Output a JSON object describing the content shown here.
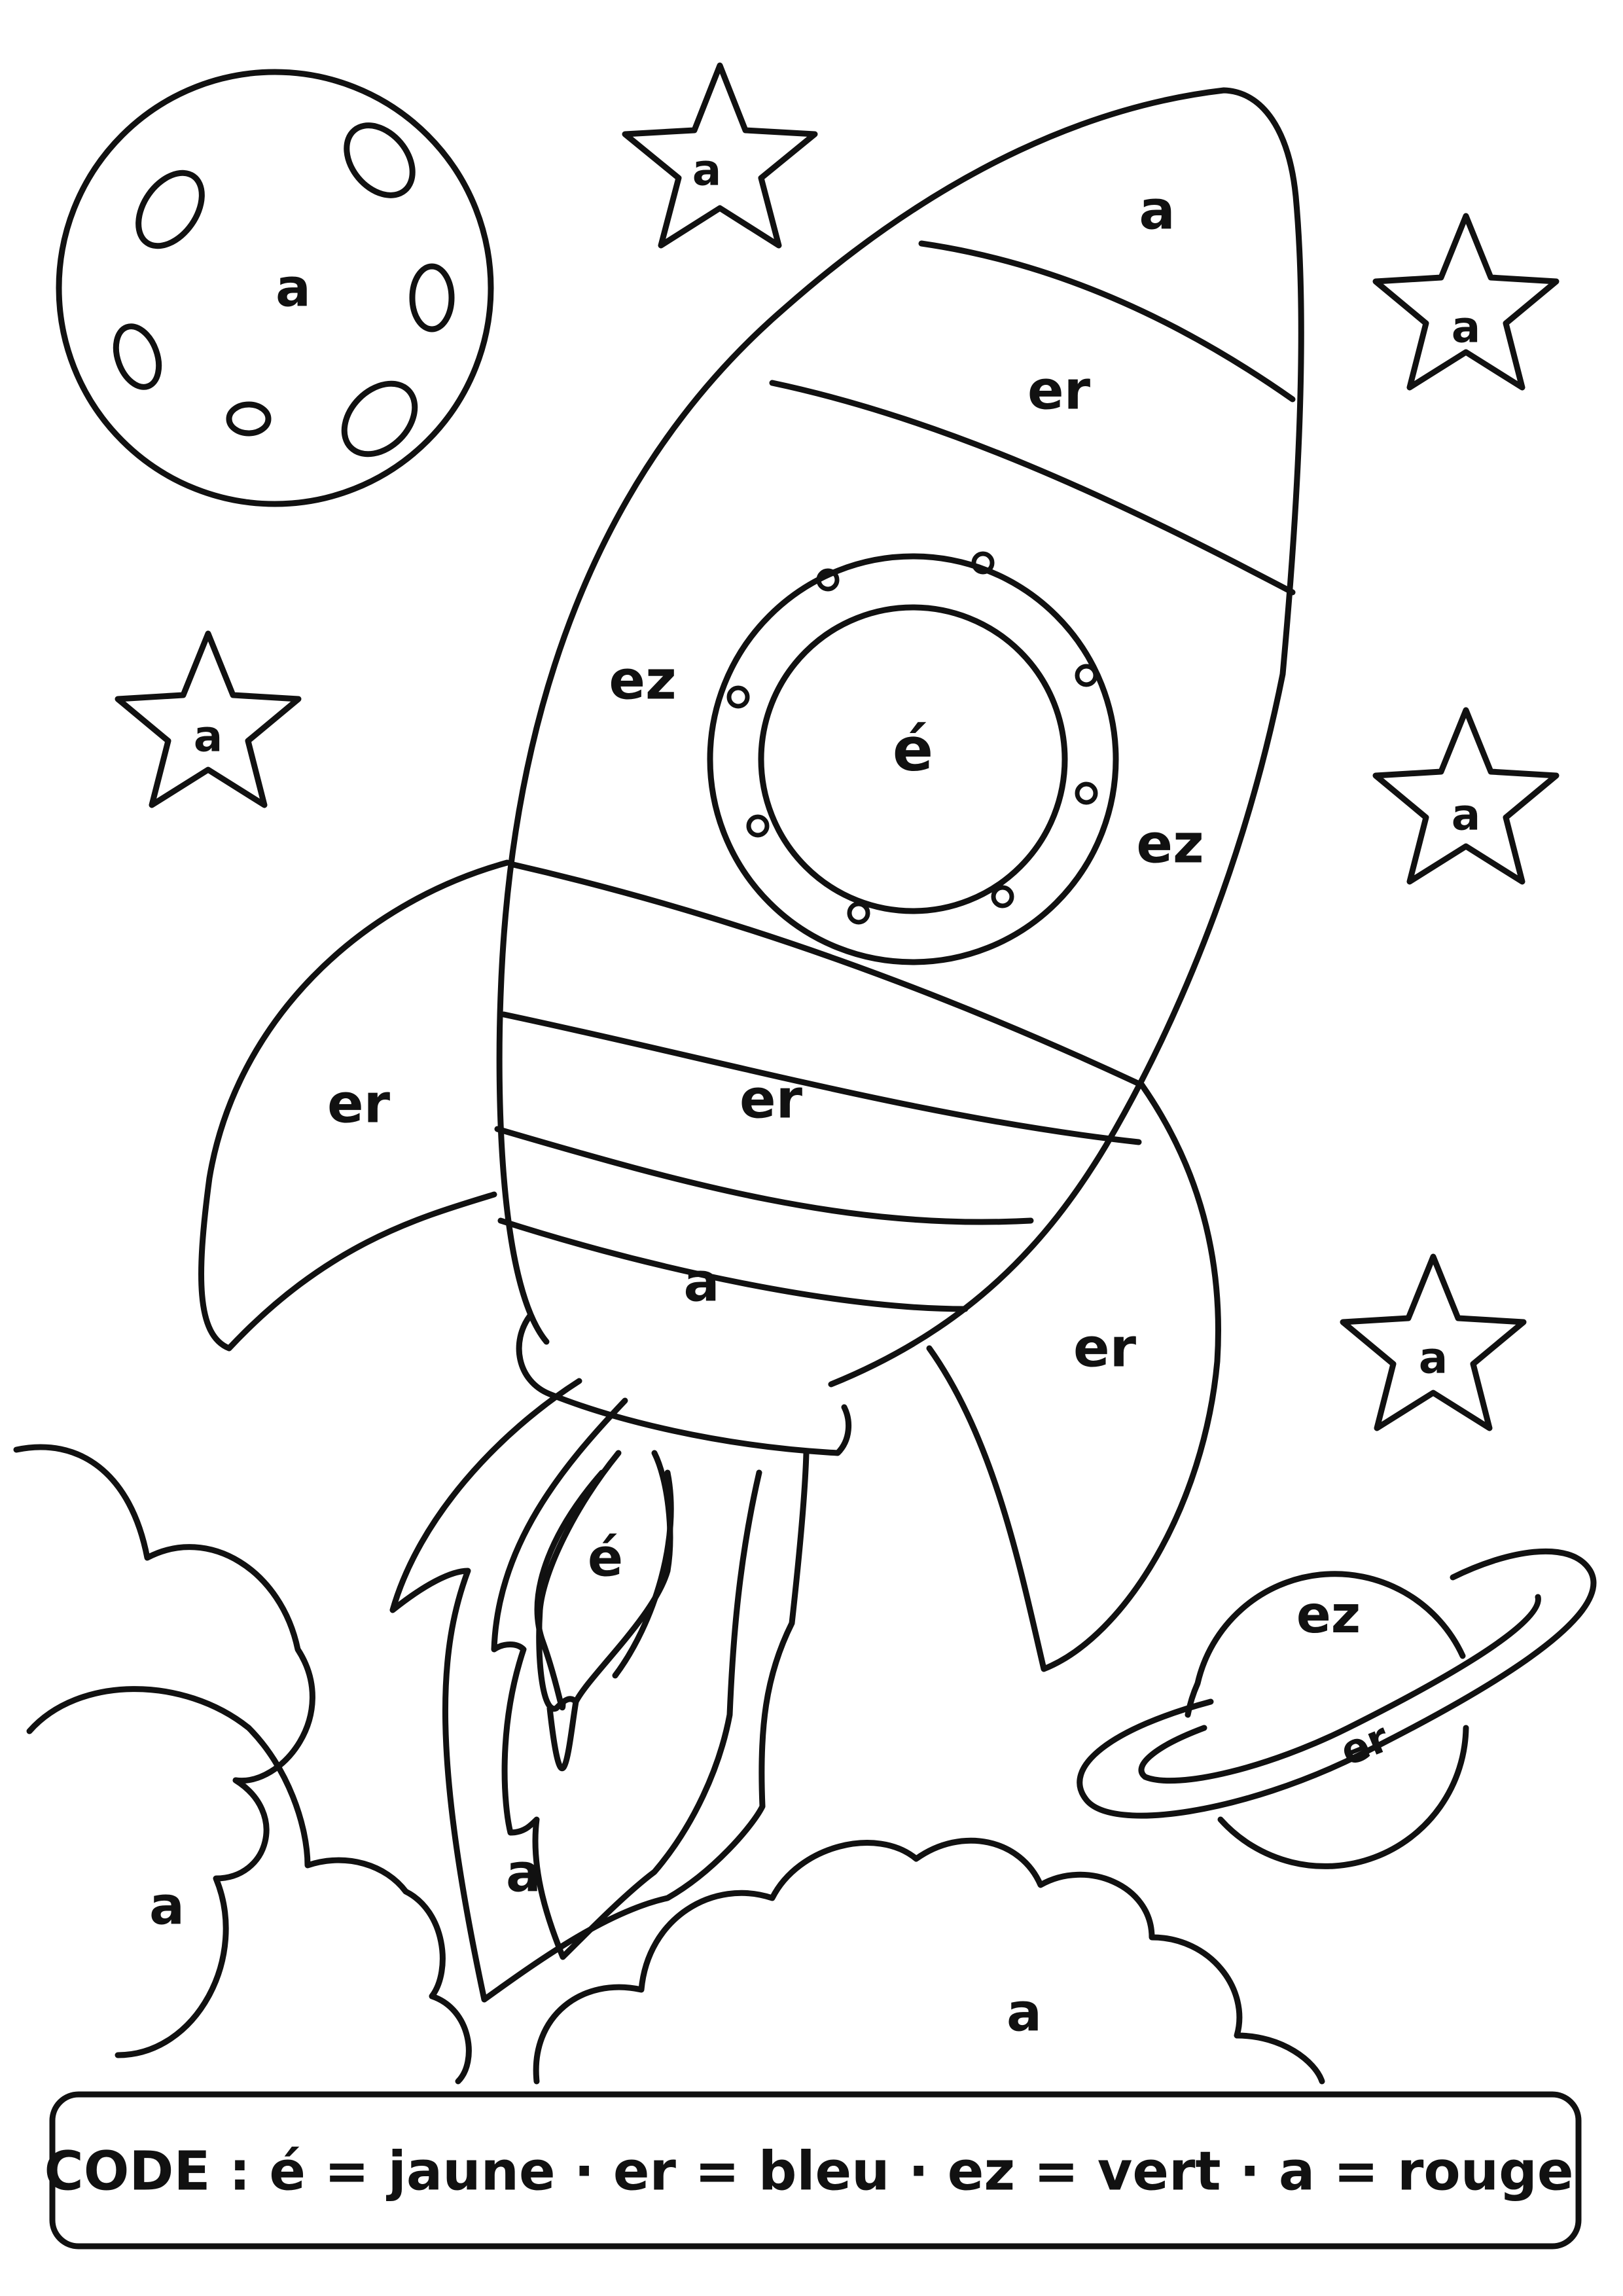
{
  "labels": {
    "moon": "a",
    "star_top_center": "a",
    "star_top_right": "a",
    "star_left": "a",
    "star_right_middle": "a",
    "star_right_lower": "a",
    "rocket_nose": "a",
    "rocket_band_upper": "er",
    "rocket_body_left": "ez",
    "rocket_window": "é",
    "rocket_body_right": "ez",
    "rocket_band_middle": "er",
    "rocket_band_lower": "a",
    "fin_left": "er",
    "fin_right": "er",
    "flame_inner": "é",
    "flame_outer": "a",
    "cloud_left": "a",
    "cloud_right": "a",
    "planet_body": "ez",
    "planet_ring": "er"
  },
  "legend": {
    "text": "CODE : é = jaune · er = bleu · ez = vert · a = rouge"
  }
}
